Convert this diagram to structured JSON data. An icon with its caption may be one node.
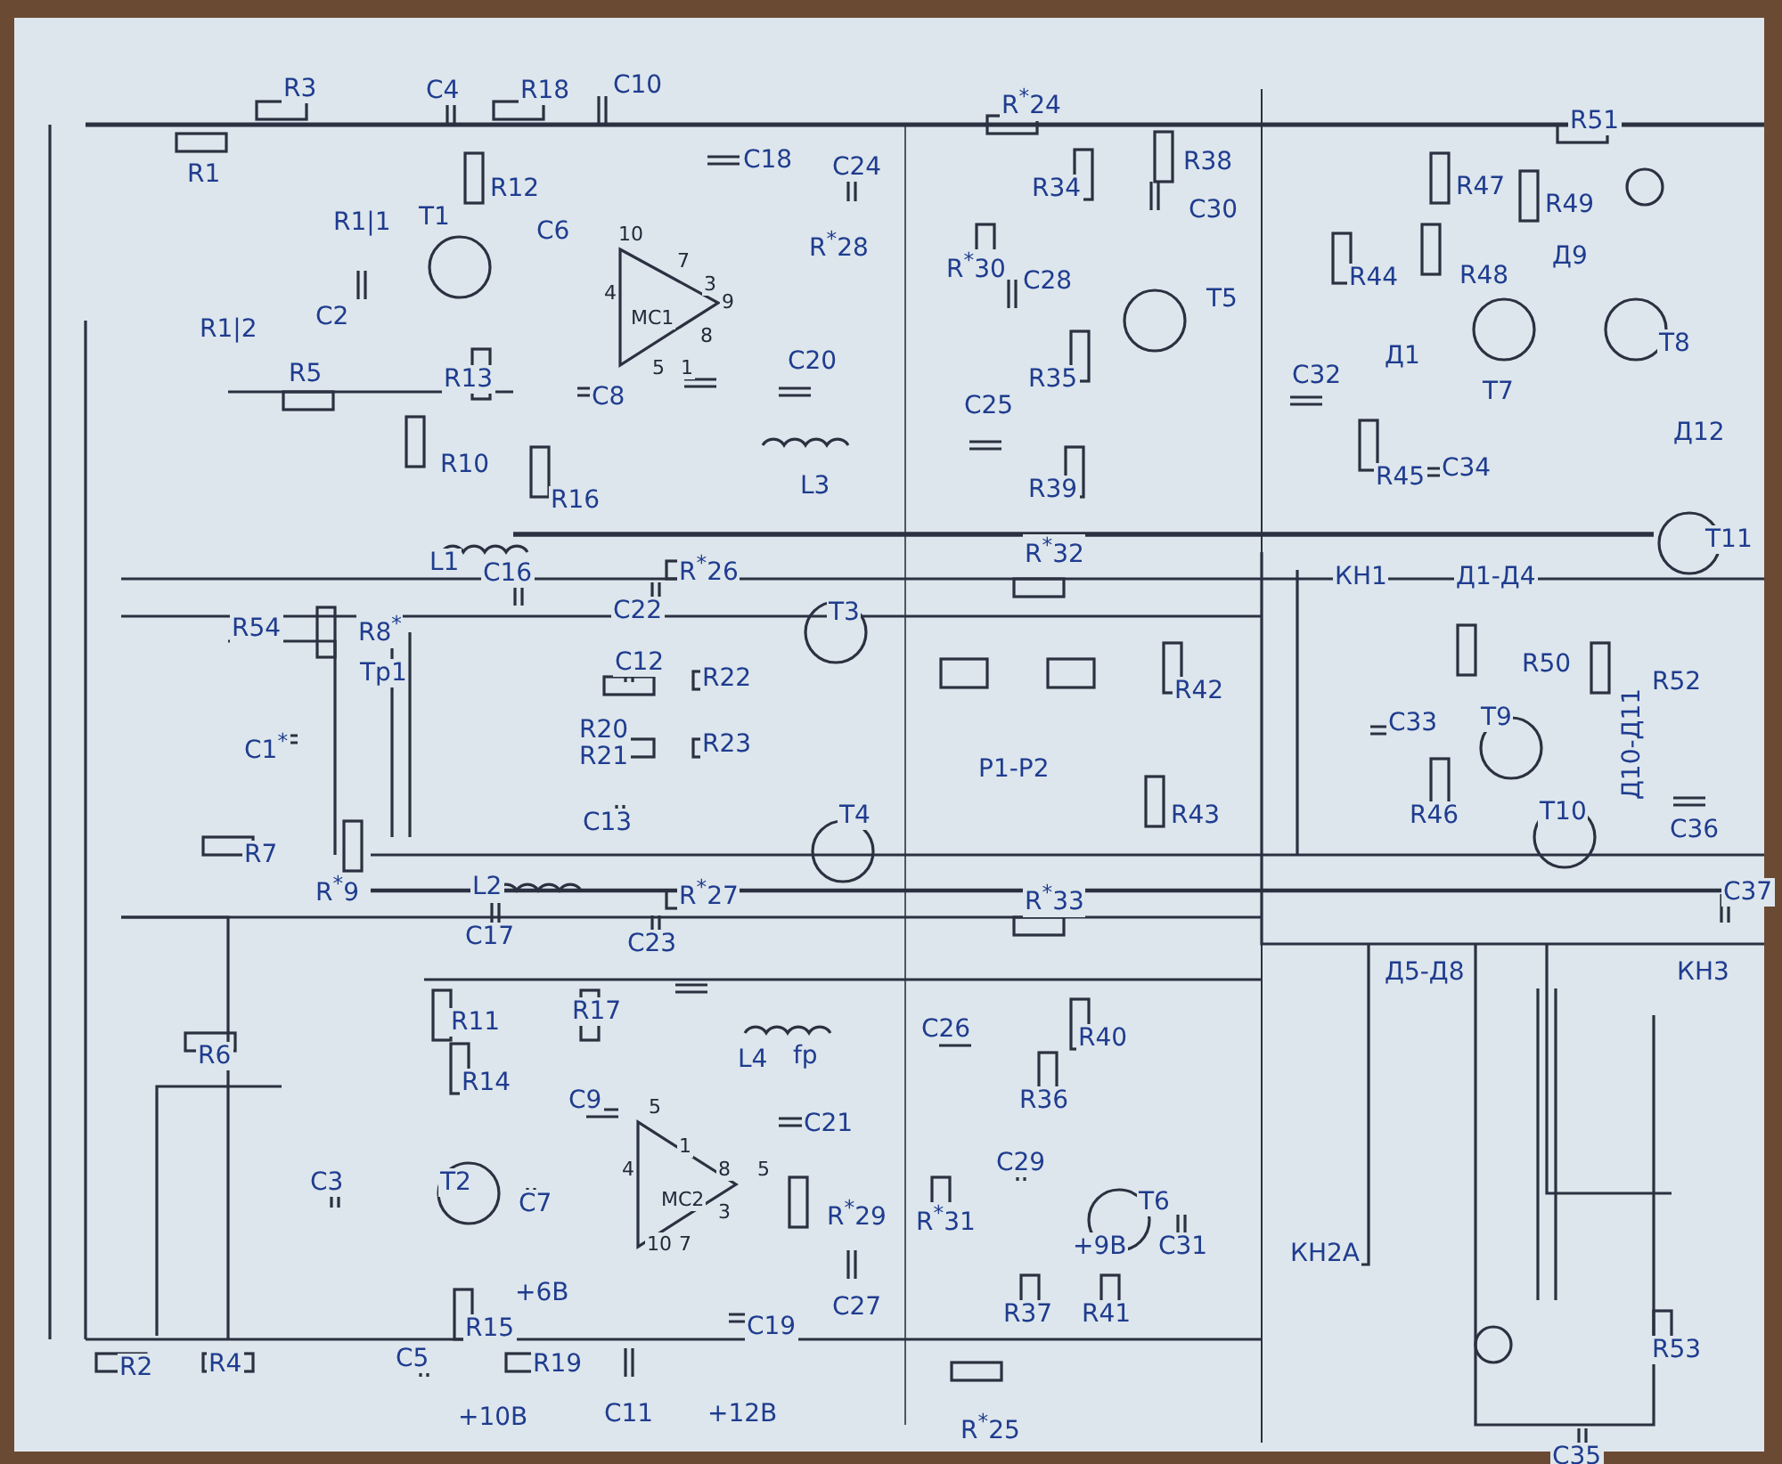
{
  "diagram": {
    "labels": [
      "R3",
      "C4",
      "R18",
      "C10",
      "R$^{*}$24",
      "R51",
      "R1",
      "C18",
      "C24",
      "R12",
      "R34",
      "R38",
      "R47",
      "R49",
      "R1|1",
      "T1",
      "C6",
      "R$^{*}$28",
      "MC1",
      "10",
      "7",
      "4",
      "3",
      "9",
      "8",
      "5",
      "1",
      "R$^{*}$30",
      "C28",
      "C30",
      "T5",
      "R44",
      "R48",
      "Д9",
      "T8",
      "Д1",
      "T7",
      "R1|2",
      "C2",
      "C20",
      "C25",
      "R35",
      "C32",
      "R45",
      "C34",
      "Д12",
      "R13",
      "C8",
      "R5",
      "R10",
      "R16",
      "L3",
      "R39",
      "L1",
      "C16",
      "C22",
      "R$^{*}$26",
      "R$^{*}$32",
      "КН1",
      "Д1-Д4",
      "T11",
      "R54",
      "R8$^{*}$",
      "Тр1",
      "C12",
      "T3",
      "R22",
      "R20",
      "R21",
      "R23",
      "C1$^{*}$",
      "Р1-Р2",
      "R42",
      "R43",
      "C33",
      "T9",
      "R50",
      "R52",
      "R46",
      "T10",
      "Д10-Д11",
      "C36",
      "C37",
      "R7",
      "C13",
      "T4",
      "R$^{*}$9",
      "L2",
      "C17",
      "R$^{*}$27",
      "C23",
      "R$^{*}$33",
      "R6",
      "R11",
      "R17",
      "L4",
      "fp",
      "C26",
      "R40",
      "Д5-Д8",
      "КН3",
      "R14",
      "C9",
      "C21",
      "R36",
      "C3",
      "T2",
      "C7",
      "MC2",
      "5",
      "1",
      "4",
      "8",
      "5",
      "3",
      "10",
      "7",
      "R$^{*}$29",
      "C29",
      "T6",
      "R$^{*}$31",
      "+9В",
      "C31",
      "КН2А",
      "+6В",
      "R15",
      "C27",
      "C19",
      "R37",
      "R41",
      "R53",
      "R2",
      "R4",
      "C5",
      "+10В",
      "R19",
      "C11",
      "+12В",
      "R$^{*}$25",
      "C35"
    ]
  }
}
